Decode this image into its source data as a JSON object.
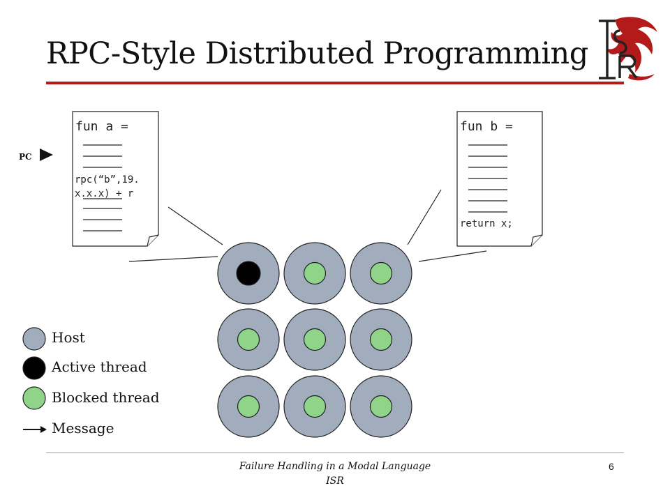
{
  "slide": {
    "title": "RPC-Style Distributed Programming",
    "logo_text": "ISR"
  },
  "code_a": {
    "header": "fun a =",
    "rpc_line1": "rpc(“b”,19.",
    "rpc_line2": "x.x.x) + r"
  },
  "code_b": {
    "header": "fun b =",
    "return_line": "return x;"
  },
  "pc_label": "PC",
  "legend": {
    "host": "Host",
    "active": "Active thread",
    "blocked": "Blocked thread",
    "message": "Message"
  },
  "colors": {
    "host": "#a1adbd",
    "active": "#000000",
    "blocked": "#8fd488",
    "accent": "#b31b1b"
  },
  "grid": [
    [
      "active",
      "blocked",
      "blocked"
    ],
    [
      "blocked",
      "blocked",
      "blocked"
    ],
    [
      "blocked",
      "blocked",
      "blocked"
    ]
  ],
  "footer": {
    "line1": "Failure Handling in a Modal Language",
    "line2": "ISR",
    "page": "6"
  }
}
